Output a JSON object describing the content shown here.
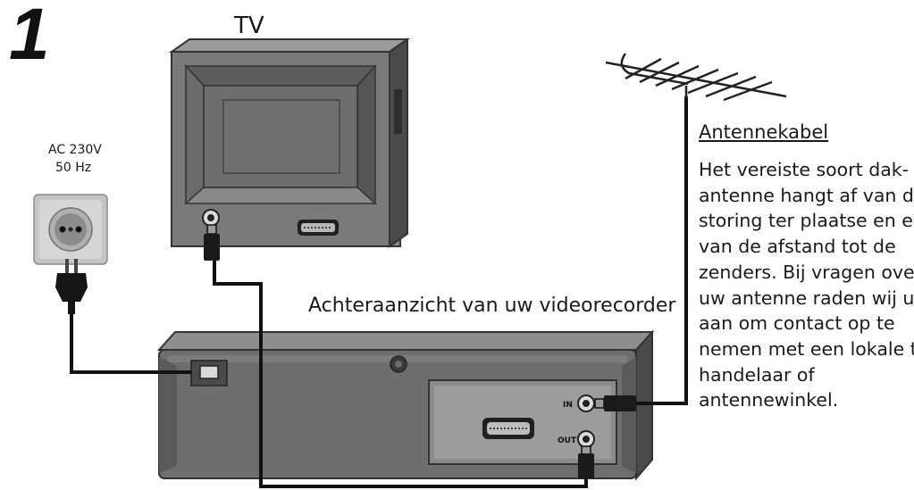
{
  "step_number": "1",
  "tv": {
    "label": "TV"
  },
  "power": {
    "voltage": "AC 230V",
    "frequency": "50 Hz"
  },
  "vcr": {
    "rear_view_label": "Achteraanzicht van uw videorecorder",
    "port_in_label": "IN",
    "port_out_label": "OUT"
  },
  "antenna": {
    "cable_label": "Antennekabel",
    "description_lines": [
      "Het vereiste soort dak-",
      "antenne hangt af van de",
      "storing ter plaatse en en",
      "van de afstand tot de",
      "zenders. Bij vragen over",
      "uw antenne raden wij u",
      "aan om contact op te",
      "nemen met een lokale tv-",
      "handelaar of",
      "antennewinkel."
    ]
  },
  "colors": {
    "device_body": "#6b6b6b",
    "device_dark": "#3a3a3a",
    "device_light": "#9a9a9a",
    "outlet_bg": "#c9c9c9",
    "cable": "#111111"
  },
  "icons": [
    "tv-icon",
    "wall-socket-icon",
    "power-plug-icon",
    "vcr-icon",
    "antenna-icon",
    "coax-plug-icon",
    "scart-connector-icon"
  ]
}
